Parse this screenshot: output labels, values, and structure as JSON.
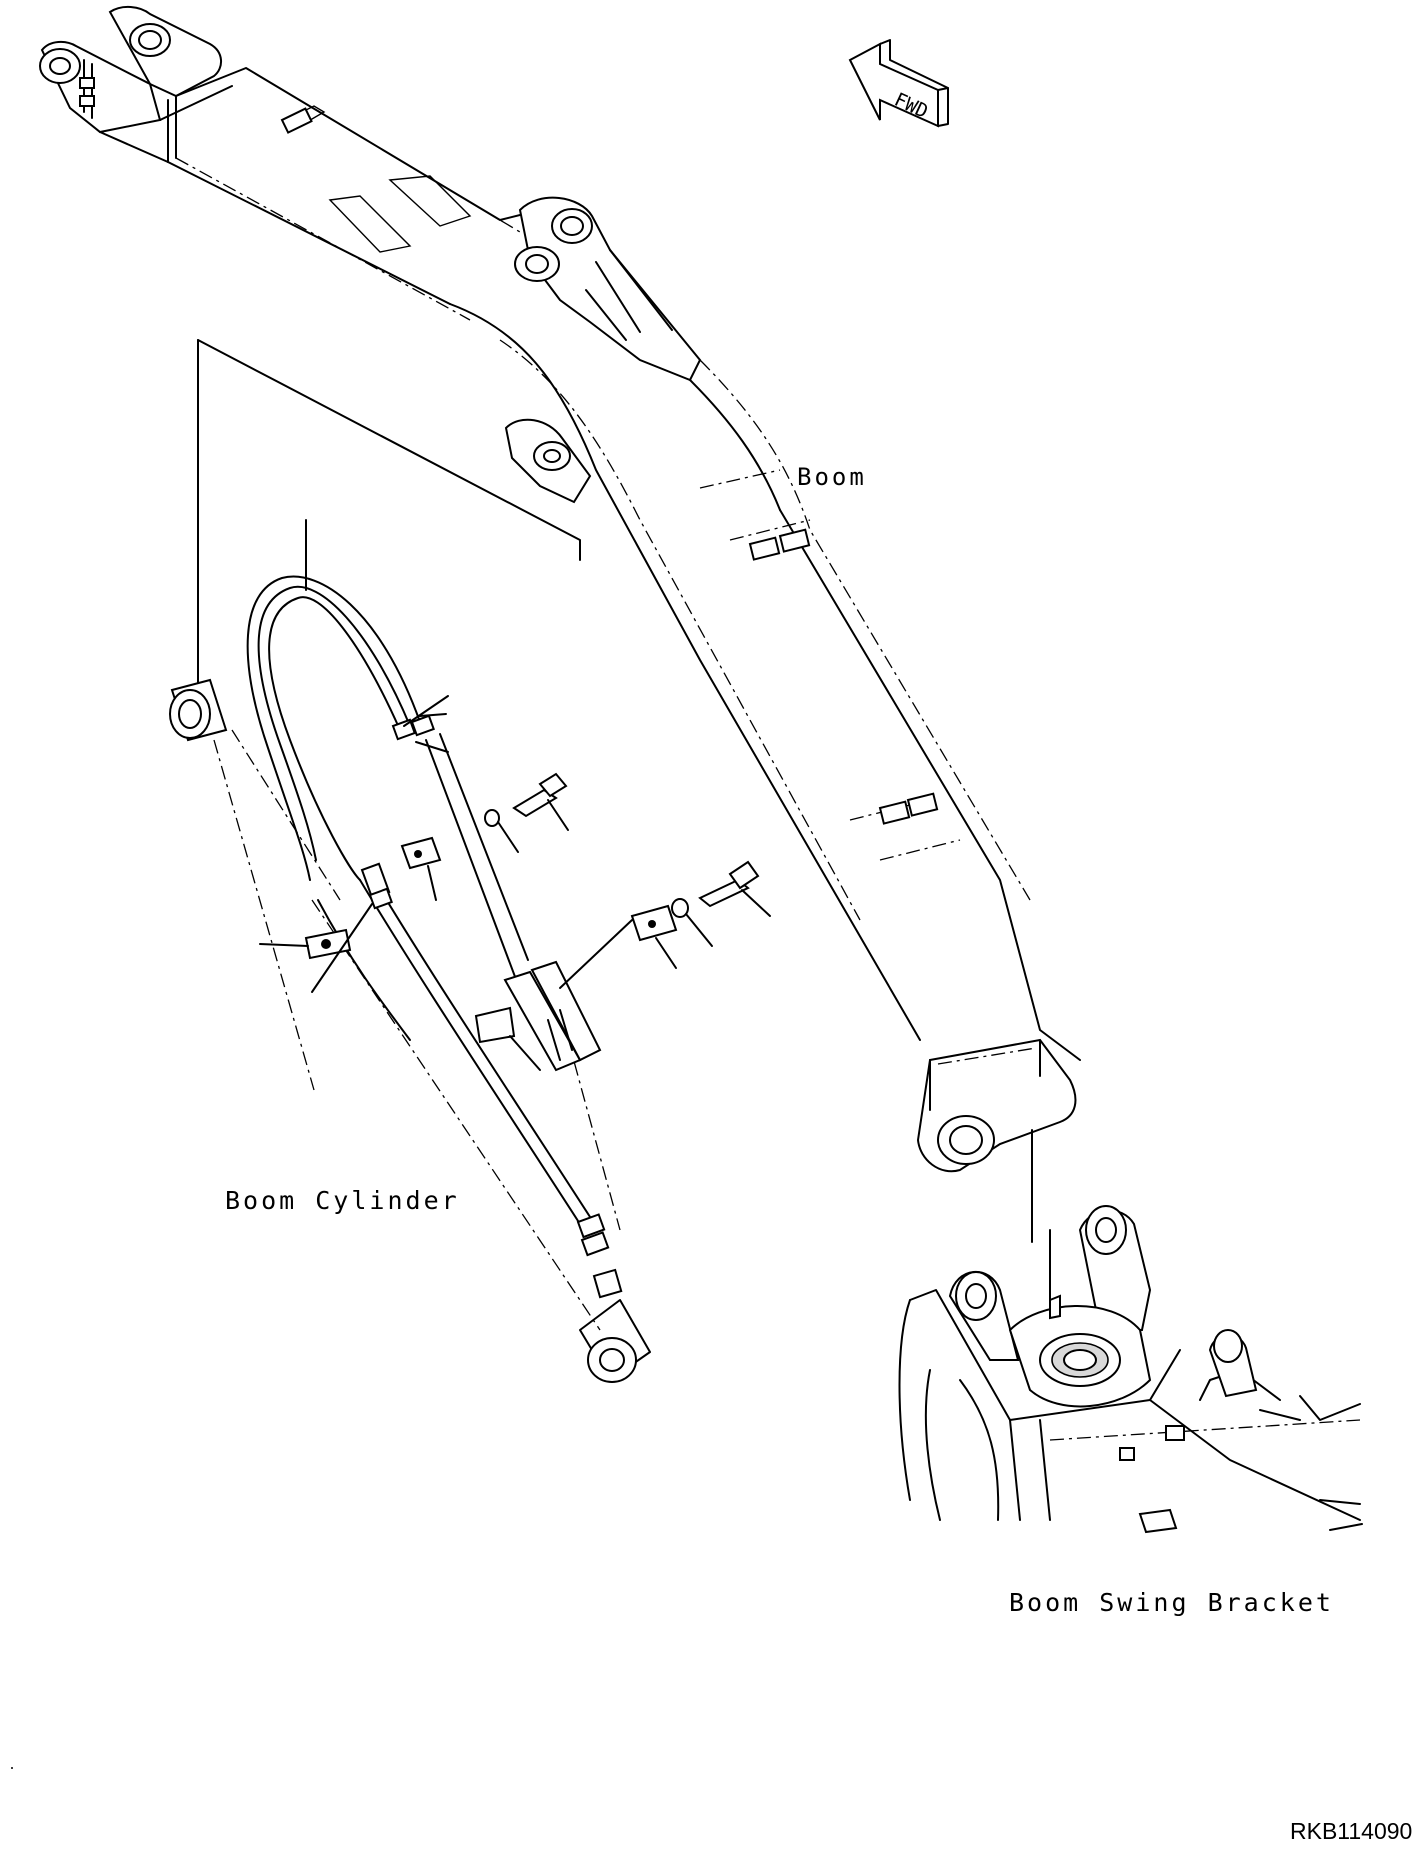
{
  "labels": {
    "boom": "Boom",
    "boom_cylinder": "Boom Cylinder",
    "boom_swing_bracket": "Boom Swing Bracket",
    "direction": "FWD"
  },
  "figure_ref": "RKB114090"
}
